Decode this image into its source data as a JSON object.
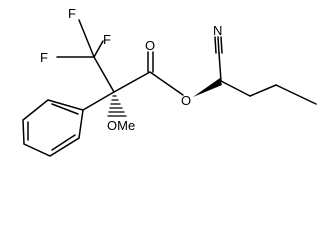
{
  "molecule": {
    "atoms": {
      "f_top": "F",
      "f_left": "F",
      "f_right": "F",
      "carbonyl_o": "O",
      "ester_o": "O",
      "n": "N",
      "methoxy": "OMe"
    }
  }
}
